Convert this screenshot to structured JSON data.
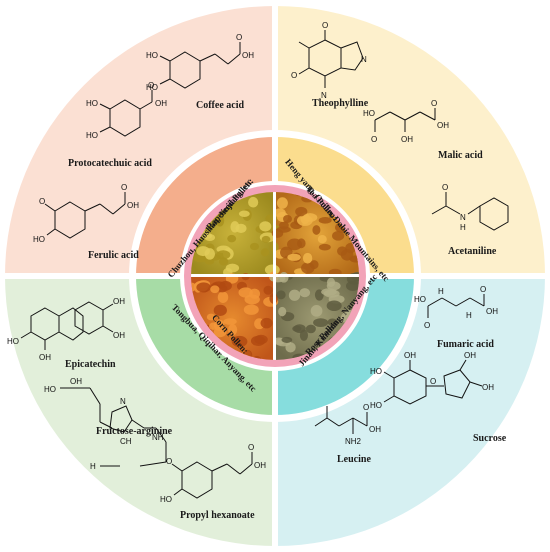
{
  "colors": {
    "q1": "#FBE0D3",
    "q2": "#FDF0CC",
    "q3": "#E2EFDA",
    "q4": "#D6F0F2",
    "ring1": "#F4AE8C",
    "ring2": "#FBDD8E",
    "ring3": "#A7DCA6",
    "ring4": "#86DDDD",
    "inner_ring": "#F2A3B8",
    "divider": "#ffffff"
  },
  "quadrants": [
    {
      "ring_text": [
        "Rapeseed Pollen:",
        "Chuzhou, Huoshan, Jiujiang, etc"
      ],
      "compounds": [
        "Coffee acid",
        "Protocatechuic acid",
        "Ferulic acid"
      ]
    },
    {
      "ring_text": [
        "Tea Pollen:",
        "Heng yang, Guilin, Dabie Mountains, etc"
      ],
      "compounds": [
        "Theophylline",
        "Malic acid",
        "Acetaniline"
      ]
    },
    {
      "ring_text": [
        "Corn Pollen:",
        "Tongbua, Qiqihar, Anyang, etc"
      ],
      "compounds": [
        "Epicatechin",
        "Fructose-arginine",
        "Propyl hexanoate"
      ]
    },
    {
      "ring_text": [
        "Rose Pollen:",
        "Jinan, Kunming, Nanyang, etc"
      ],
      "compounds": [
        "Fumaric acid",
        "Sucrose",
        "Leucine"
      ]
    }
  ],
  "atoms": {
    "ho": "HO",
    "oh": "OH",
    "o": "O",
    "n": "N",
    "h": "H",
    "nh2": "NH2",
    "nh": "NH",
    "ch": "CH"
  }
}
